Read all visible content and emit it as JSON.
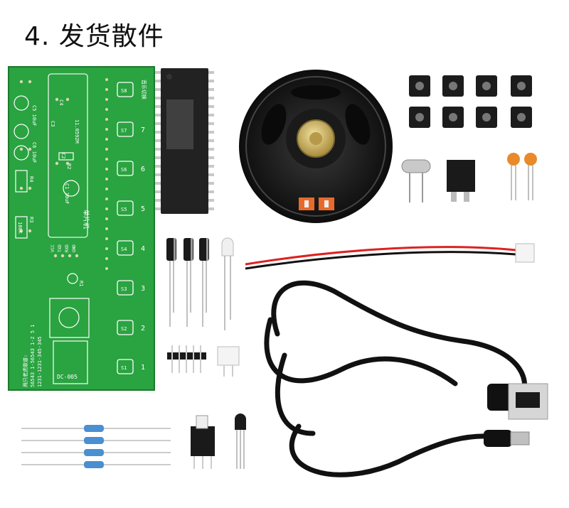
{
  "title": "4. 发货散件",
  "pcb": {
    "capacitor_labels": [
      "C5 10uF",
      "C6 10uF",
      "C3",
      "C4",
      "C1 10uF",
      "C2"
    ],
    "crystal_label": "11.0592M",
    "chip_label": "单片机",
    "resistor_labels": [
      "R1",
      "R2",
      "R3",
      "R4",
      "100K"
    ],
    "button_labels": [
      "S1",
      "S2",
      "S3",
      "S4",
      "S5",
      "S6",
      "S7",
      "S8"
    ],
    "button_numbers": [
      "1",
      "2",
      "3",
      "4",
      "5",
      "6",
      "7"
    ],
    "mode_label": "音乐切换",
    "power_label": "DC-005",
    "header_pins": [
      "VCC",
      "TXD",
      "RXD",
      "GND"
    ],
    "score_text_1": "1231-1231-345-345",
    "score_text_2": "56543 1-56543 1-2 5 1",
    "song_title": "两只老虎歌谱:"
  }
}
